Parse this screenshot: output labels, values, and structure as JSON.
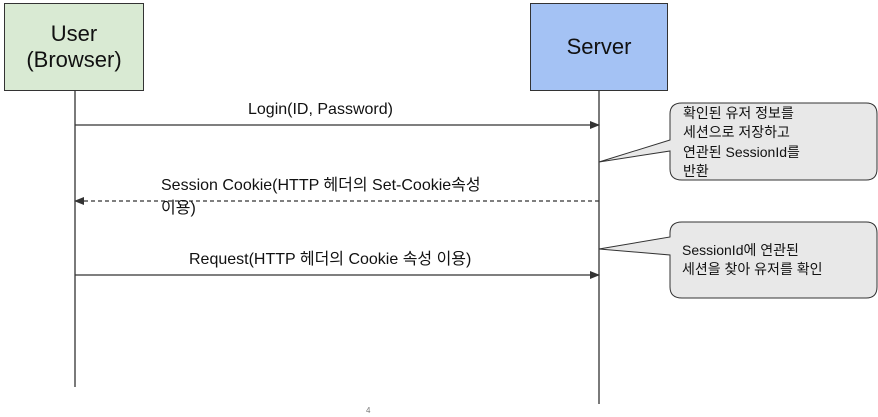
{
  "actors": {
    "user": {
      "lines": [
        "User",
        "(Browser)"
      ],
      "color": "#d9ead3"
    },
    "server": {
      "lines": [
        "Server"
      ],
      "color": "#a4c2f4"
    }
  },
  "messages": [
    {
      "from": "user",
      "to": "server",
      "style": "solid",
      "lines": [
        "Login(ID, Password)"
      ]
    },
    {
      "from": "server",
      "to": "user",
      "style": "dashed",
      "lines": [
        "Session Cookie(HTTP 헤더의 Set-Cookie속성",
        "이용)"
      ]
    },
    {
      "from": "user",
      "to": "server",
      "style": "solid",
      "lines": [
        "Request(HTTP 헤더의 Cookie 속성 이용)"
      ]
    }
  ],
  "notes": [
    {
      "lines": [
        "확인된 유저 정보를",
        "세션으로 저장하고",
        "연관된 SessionId를",
        "반환"
      ]
    },
    {
      "lines": [
        "SessionId에 연관된",
        "세션을 찾아 유저를 확인"
      ]
    }
  ],
  "colors": {
    "line": "#333333",
    "note_fill": "#e8e8e8"
  },
  "page_number": "4"
}
